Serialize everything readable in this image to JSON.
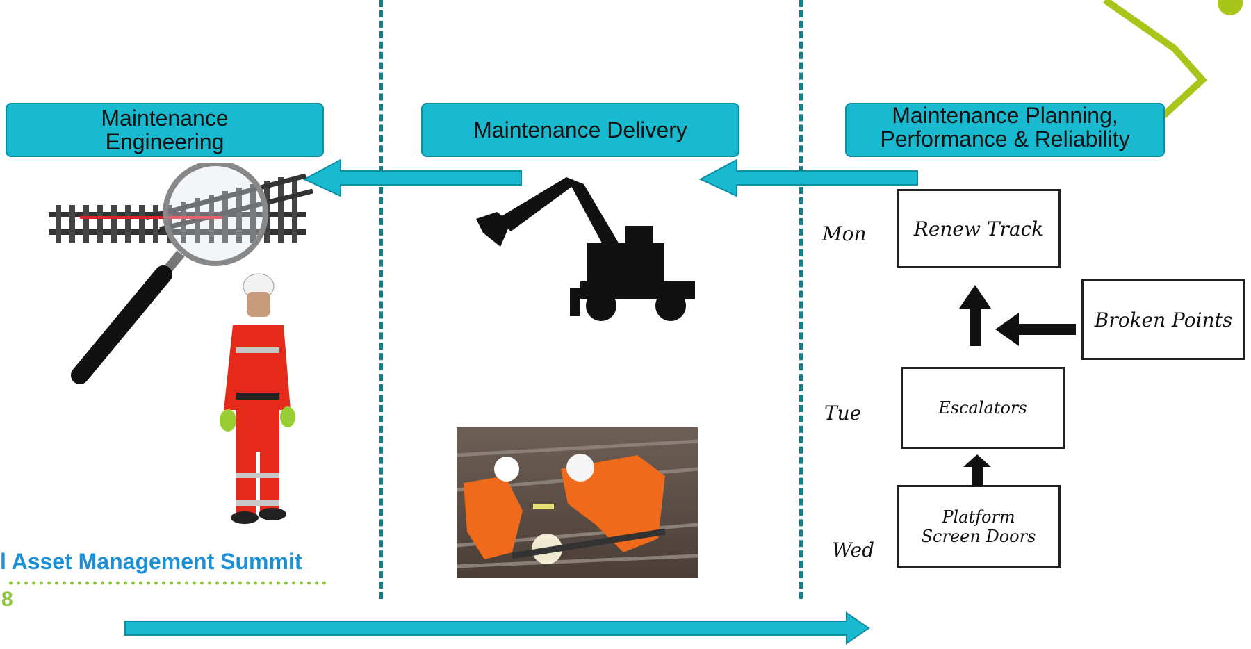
{
  "stages": {
    "engineering": "Maintenance Engineering",
    "delivery": "Maintenance Delivery",
    "planning": "Maintenance Planning, Performance & Reliability"
  },
  "schedule": {
    "days": [
      "Mon",
      "Tue",
      "Wed"
    ],
    "tasks": {
      "renew_track": "Renew Track",
      "escalators": "Escalators",
      "platform_screen_doors": "Platform Screen Doors",
      "broken_points": "Broken Points"
    }
  },
  "footer": {
    "summit": "l Asset Management Summit",
    "year": "8"
  },
  "colors": {
    "accent": "#19b9cf",
    "divider": "#0f7f8c",
    "summit_blue": "#1a8fd6",
    "summit_green": "#8cc63f",
    "chevron": "#a8c61a"
  }
}
